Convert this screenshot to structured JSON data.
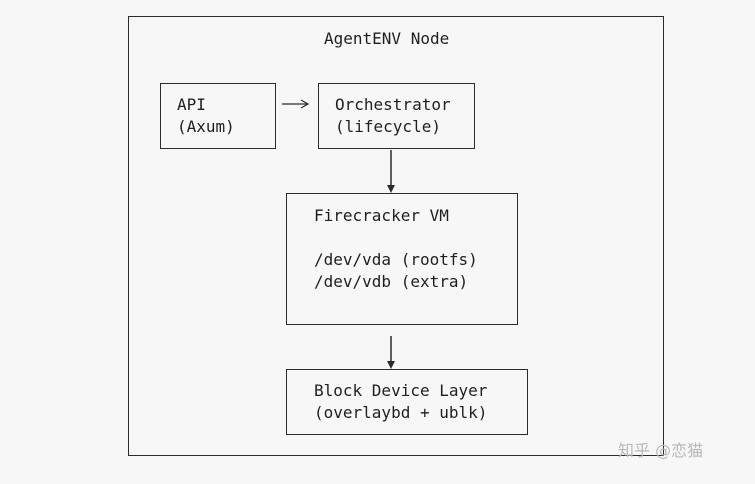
{
  "diagram": {
    "title": "AgentENV Node",
    "nodes": {
      "api": {
        "lines": [
          "API",
          "(Axum)"
        ]
      },
      "orchestrator": {
        "lines": [
          "Orchestrator",
          "(lifecycle)"
        ]
      },
      "firecracker": {
        "lines": [
          "Firecracker VM",
          "",
          "/dev/vda (rootfs)",
          "/dev/vdb (extra)"
        ]
      },
      "block": {
        "lines": [
          "Block Device Layer",
          "(overlaybd + ublk)"
        ]
      }
    },
    "edges": [
      {
        "from": "api",
        "to": "orchestrator"
      },
      {
        "from": "orchestrator",
        "to": "firecracker"
      },
      {
        "from": "firecracker",
        "to": "block"
      }
    ]
  },
  "watermark": "知乎 @恋猫"
}
